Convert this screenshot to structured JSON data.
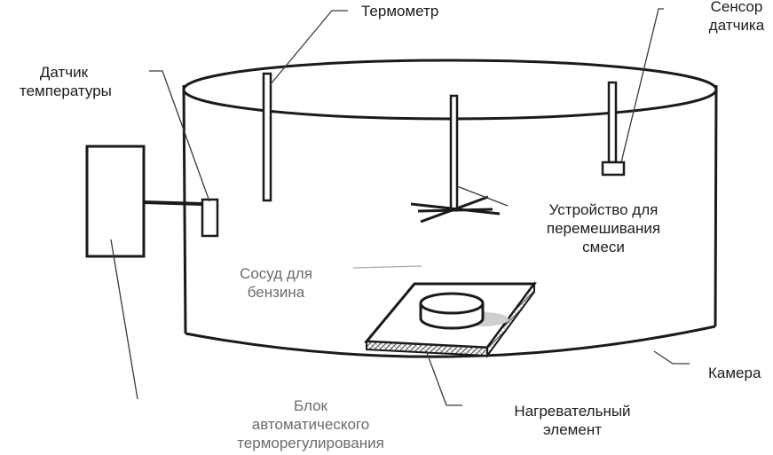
{
  "labels": {
    "thermometer": "Термометр",
    "sensor": [
      "Сенсор",
      "датчика"
    ],
    "temp_sensor": [
      "Датчик",
      "температуры"
    ],
    "stirrer": [
      "Устройство для",
      "перемешивания",
      "смеси"
    ],
    "vessel": [
      "Сосуд для",
      "бензина"
    ],
    "chamber": "Камера",
    "heater": [
      "Нагревательный",
      "элемент"
    ],
    "control_unit": [
      "Блок",
      "автоматического",
      "терморегулирования"
    ]
  },
  "colors": {
    "line": "#1a1a1a",
    "text": "#1c1c1c",
    "muted_text": "#6b6b6b",
    "shadow": "#cfcfcf"
  }
}
